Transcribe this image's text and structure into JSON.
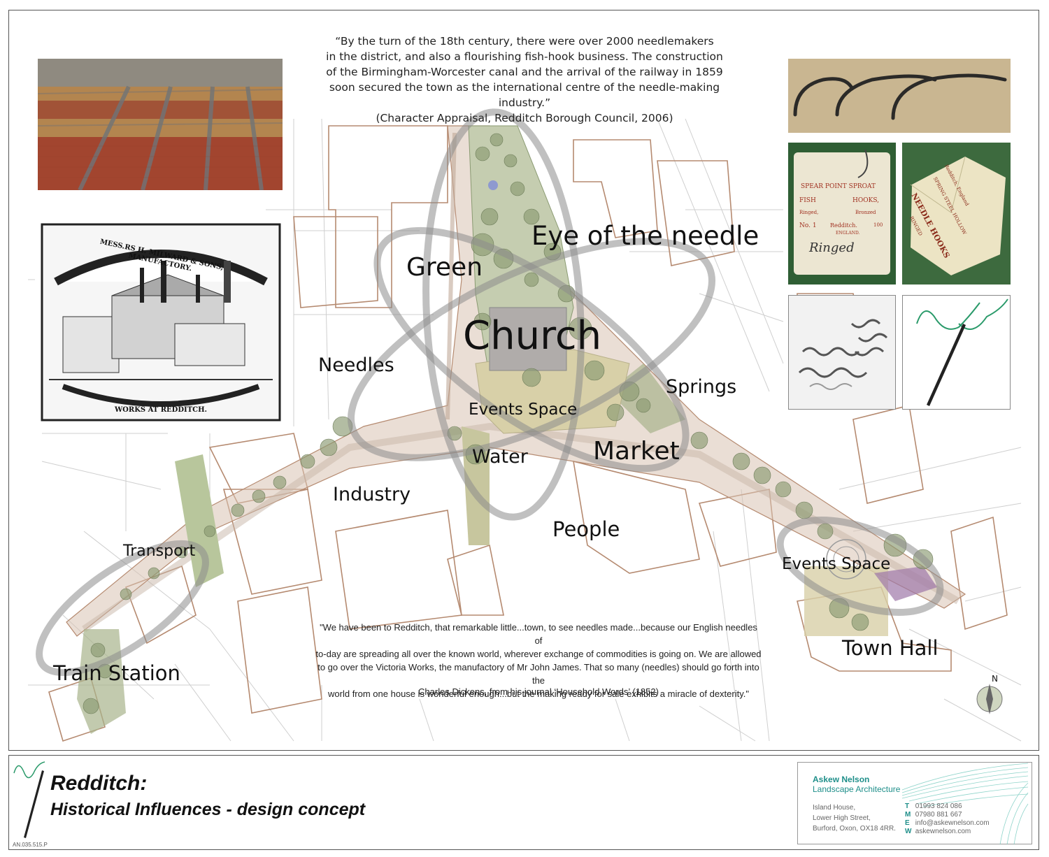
{
  "quote_top": {
    "lines": [
      "“By the turn of the 18th century, there were over 2000 needlemakers",
      "in the district, and also a flourishing fish-hook business. The construction",
      "of the Birmingham-Worcester canal and the arrival of the railway in 1859",
      "soon secured the town as the international centre of the needle-making industry.”",
      "(Character Appraisal, Redditch Borough Council, 2006)"
    ]
  },
  "quote_bottom": {
    "lines": [
      "\"We have been to Redditch, that remarkable little...town, to see needles made...because our English needles of",
      "to-day are spreading all over the known world, wherever exchange of commodities is going on. We are allowed",
      "to go over the Victoria Works, the manufactory of Mr John James. That so many (needles) should go forth into the",
      "world from one house is wonderful enough...but the making ready for sale exhibits a miracle of dexterity.\""
    ],
    "author": "Charles Dickens, from his journal ‘Household Words’ (1852)"
  },
  "engraving": {
    "banner": "MESS.RS H. MILWARD & SONS, MANUFACTORY.",
    "caption": "WORKS AT REDDITCH."
  },
  "hook_box_1": {
    "line1": "SPEAR POINT SPROAT",
    "line2": "FISH",
    "line3": "HOOKS,",
    "line4": "Ringed,",
    "line5": "Bronzed",
    "line6": "No. 1",
    "line7": "Redditch.",
    "line8": "100",
    "line9": "ENGLAND.",
    "handwriting": "Ringed"
  },
  "hook_box_2": {
    "line1": "NEEDLE HOOKS",
    "line2": "SPRING STEEL HOLLOW",
    "line3": "Redditch, England",
    "line4": "RINGED"
  },
  "map_labels": {
    "eye_of_needle": "Eye of the needle",
    "green": "Green",
    "church": "Church",
    "needles": "Needles",
    "springs": "Springs",
    "events_space_1": "Events Space",
    "market": "Market",
    "water": "Water",
    "industry": "Industry",
    "people": "People",
    "transport": "Transport",
    "events_space_2": "Events Space",
    "town_hall": "Town Hall",
    "train_station": "Train Station",
    "north": "N"
  },
  "title": {
    "line1": "Redditch:",
    "line2": "Historical Influences - design concept"
  },
  "drawing_code": "AN.035.515.P",
  "company": {
    "name": "Askew Nelson",
    "subtitle": "Landscape Architecture",
    "address": [
      "Island House,",
      "Lower High Street,",
      "Burford, Oxon, OX18 4RR."
    ],
    "contacts": [
      {
        "k": "T",
        "v": "01993 824 086"
      },
      {
        "k": "M",
        "v": "07980 881 667"
      },
      {
        "k": "E",
        "v": "info@askewnelson.com"
      },
      {
        "k": "W",
        "v": "askewnelson.com"
      }
    ]
  },
  "colors": {
    "building_outline": "#b58a70",
    "path_fill": "#d9c2b2",
    "green_space": "#a8b48c",
    "tree": "#8a9a72",
    "plaza": "#d8d0a8",
    "ribbon": "#9a9a9a",
    "brand": "#1f8f8a"
  }
}
